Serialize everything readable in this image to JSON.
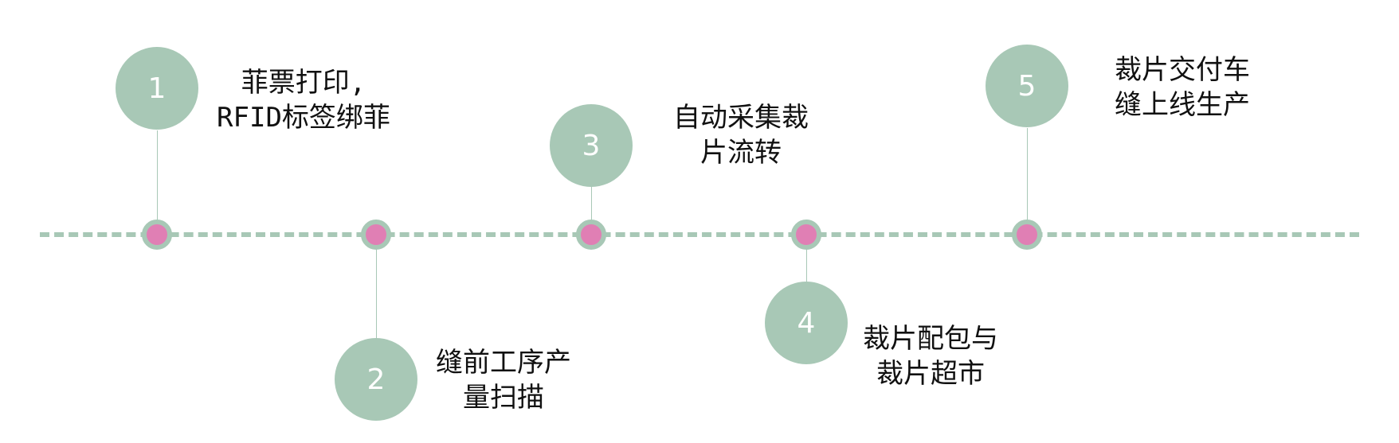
{
  "colors": {
    "line": "#a8c8b6",
    "circle": "#a8c8b6",
    "dot_fill": "#e07fb4",
    "number_text": "#ffffff",
    "label_text": "#111111"
  },
  "steps": [
    {
      "number": "1",
      "label_lines": [
        "菲票打印,",
        "RFID标签绑菲"
      ]
    },
    {
      "number": "2",
      "label_lines": [
        "缝前工序产",
        "量扫描"
      ]
    },
    {
      "number": "3",
      "label_lines": [
        "自动采集裁",
        "片流转"
      ]
    },
    {
      "number": "4",
      "label_lines": [
        "裁片配包与",
        "裁片超市"
      ]
    },
    {
      "number": "5",
      "label_lines": [
        "裁片交付车",
        "缝上线生产"
      ]
    }
  ]
}
